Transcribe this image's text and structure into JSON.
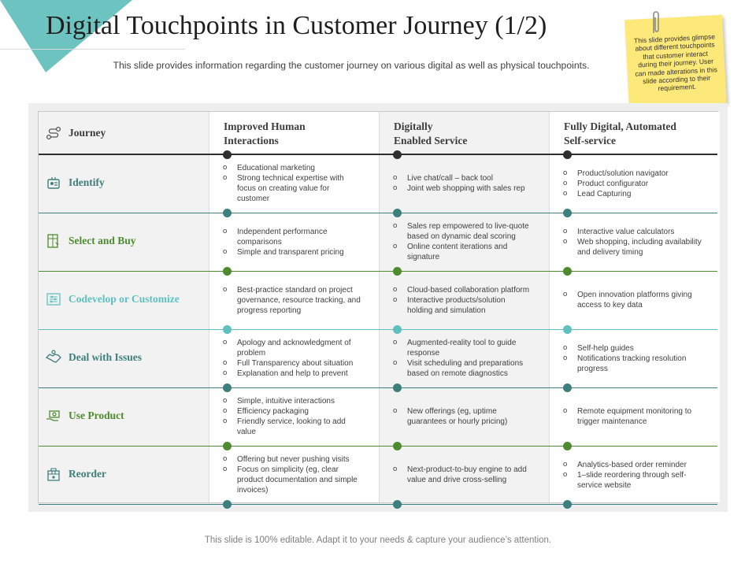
{
  "title": "Digital Touchpoints in Customer Journey (1/2)",
  "subtitle": "This slide provides information regarding the customer journey on various digital as well as physical touchpoints.",
  "note": "This slide provides glimpse about different touchpoints that customer interact during their journey. User can made alterations in this slide according to their requirement.",
  "footer": "This slide is 100% editable. Adapt it to your needs & capture your audience’s attention.",
  "colors": {
    "dark": "#2f2f2f",
    "teal": "#3d7f7c",
    "green": "#4e8b2e",
    "cyan": "#5ec1bf",
    "accent_triangle": "#6cc3c0",
    "note": "#fde87a"
  },
  "table": {
    "headers": [
      "Journey",
      "Improved Human Interactions",
      "Digitally Enabled Service",
      "Fully Digital, Automated Self-service"
    ],
    "header_lines": [
      [
        "Improved Human",
        "Interactions"
      ],
      [
        "Digitally",
        "Enabled Service"
      ],
      [
        "Fully Digital, Automated",
        "Self-service"
      ]
    ],
    "rows": [
      {
        "label": "Identify",
        "icon": "id-card-icon",
        "color": "teal",
        "cells": [
          [
            "Educational marketing",
            "Strong technical expertise with focus on creating value for customer"
          ],
          [
            "Live chat/call – back tool",
            "Joint web shopping with sales rep"
          ],
          [
            "Product/solution navigator",
            "Product configurator",
            "Lead Capturing"
          ]
        ]
      },
      {
        "label": "Select and Buy",
        "icon": "cart-icon",
        "color": "green",
        "cells": [
          [
            "Independent performance comparisons",
            "Simple and transparent pricing"
          ],
          [
            "Sales rep empowered to live-quote based on dynamic deal scoring",
            "Online content iterations and signature"
          ],
          [
            "Interactive value calculators",
            "Web shopping, including availability and delivery timing"
          ]
        ]
      },
      {
        "label": "Codevelop or Customize",
        "icon": "sliders-icon",
        "color": "cyan",
        "cells": [
          [
            "Best-practice standard on project governance, resource tracking, and progress reporting"
          ],
          [
            "Cloud-based collaboration platform",
            "Interactive products/solution holding and simulation"
          ],
          [
            "Open innovation platforms giving access to key data"
          ]
        ]
      },
      {
        "label": "Deal with Issues",
        "icon": "handshake-icon",
        "color": "teal",
        "cells": [
          [
            "Apology and acknowledgment of problem",
            "Full Transparency about situation",
            "Explanation and help to prevent"
          ],
          [
            "Augmented-reality tool to guide response",
            "Visit scheduling and preparations based on remote diagnostics"
          ],
          [
            "Self-help guides",
            "Notifications tracking resolution progress"
          ]
        ]
      },
      {
        "label": "Use Product",
        "icon": "money-hand-icon",
        "color": "green",
        "cells": [
          [
            "Simple,  intuitive interactions",
            "Efficiency packaging",
            "Friendly service, looking to add value"
          ],
          [
            "New offerings (eg, uptime guarantees or hourly pricing)"
          ],
          [
            "Remote equipment monitoring to trigger maintenance"
          ]
        ]
      },
      {
        "label": "Reorder",
        "icon": "box-icon",
        "color": "teal",
        "cells": [
          [
            "Offering but never pushing visits",
            "Focus on simplicity (eg, clear product documentation and simple invoices)"
          ],
          [
            "Next-product-to-buy engine to add value and drive cross-selling"
          ],
          [
            "Analytics-based order reminder",
            "1–slide reordering through self-service website"
          ]
        ]
      }
    ]
  }
}
